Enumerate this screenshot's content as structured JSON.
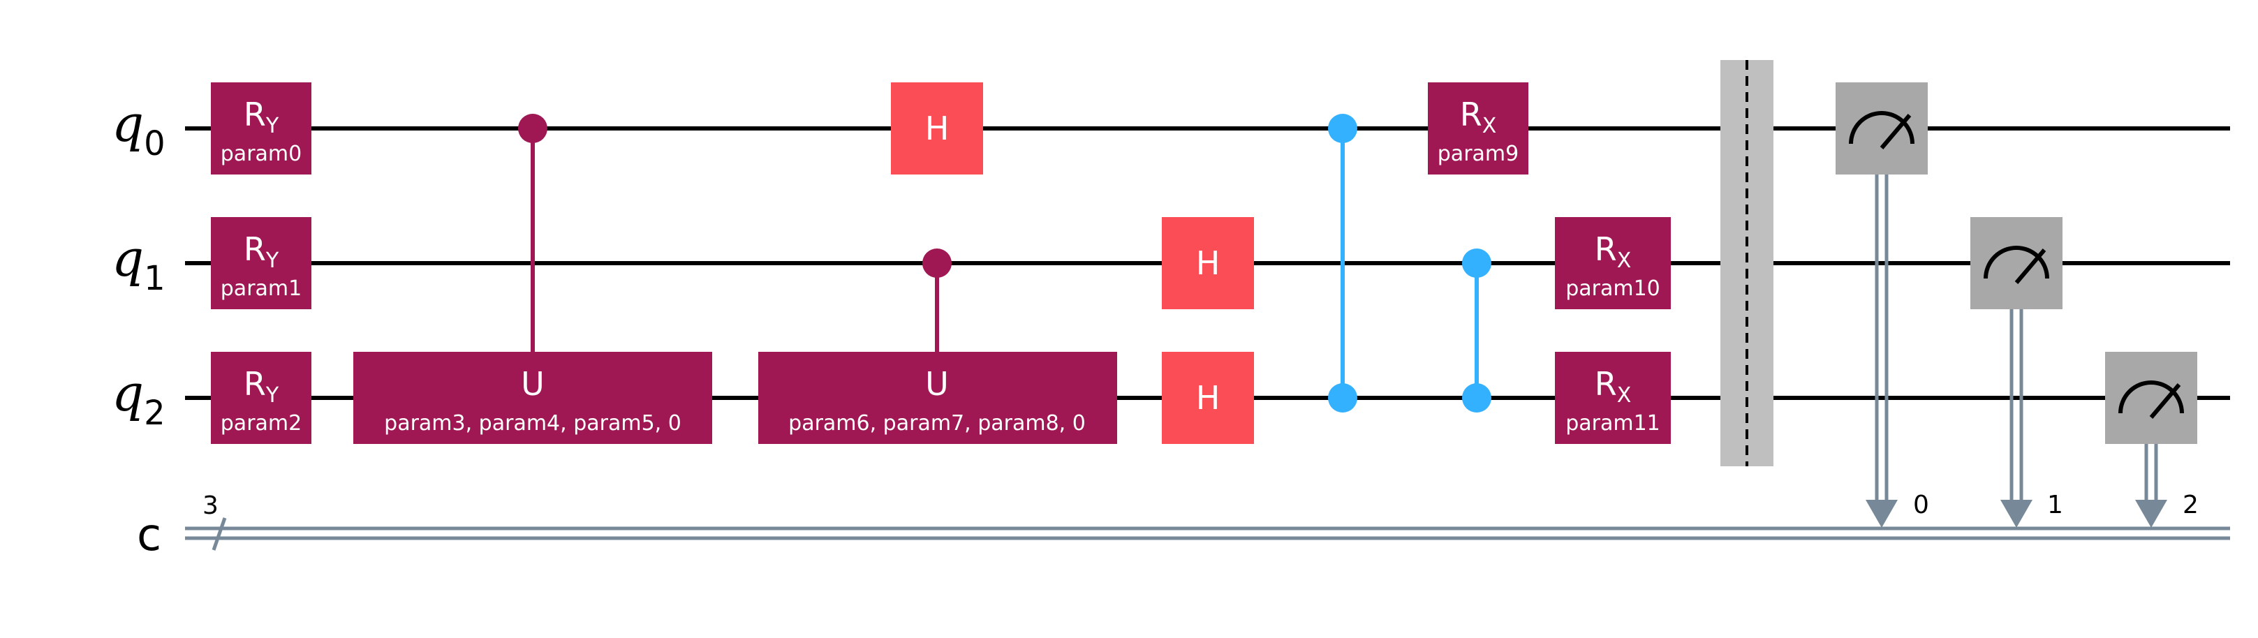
{
  "circuit": {
    "qubits": [
      {
        "name": "q",
        "index": "0"
      },
      {
        "name": "q",
        "index": "1"
      },
      {
        "name": "q",
        "index": "2"
      }
    ],
    "classical": {
      "name": "c",
      "size": "3"
    },
    "colors": {
      "rotation": "#9f1853",
      "hadamard": "#fa4d56",
      "cz": "#33b1ff",
      "measure": "#a8a8a8",
      "barrier": "#bfbfbf",
      "classical_wire": "#778899",
      "wire": "#000000"
    },
    "gates": {
      "ry": [
        {
          "name": "R",
          "sub": "Y",
          "param": "param0",
          "qubit": 0
        },
        {
          "name": "R",
          "sub": "Y",
          "param": "param1",
          "qubit": 1
        },
        {
          "name": "R",
          "sub": "Y",
          "param": "param2",
          "qubit": 2
        }
      ],
      "cu": [
        {
          "name": "U",
          "params": "param3, param4, param5, 0",
          "control": 0,
          "target": 2
        },
        {
          "name": "U",
          "params": "param6, param7, param8, 0",
          "control": 1,
          "target": 2
        }
      ],
      "h": [
        {
          "name": "H",
          "qubit": 0
        },
        {
          "name": "H",
          "qubit": 1
        },
        {
          "name": "H",
          "qubit": 2
        }
      ],
      "cz": [
        {
          "qubits": [
            0,
            2
          ]
        },
        {
          "qubits": [
            1,
            2
          ]
        }
      ],
      "rx": [
        {
          "name": "R",
          "sub": "X",
          "param": "param9",
          "qubit": 0
        },
        {
          "name": "R",
          "sub": "X",
          "param": "param10",
          "qubit": 1
        },
        {
          "name": "R",
          "sub": "X",
          "param": "param11",
          "qubit": 2
        }
      ],
      "barrier": {
        "qubits": [
          0,
          1,
          2
        ]
      },
      "measure": [
        {
          "qubit": 0,
          "bit": "0"
        },
        {
          "qubit": 1,
          "bit": "1"
        },
        {
          "qubit": 2,
          "bit": "2"
        }
      ]
    }
  }
}
